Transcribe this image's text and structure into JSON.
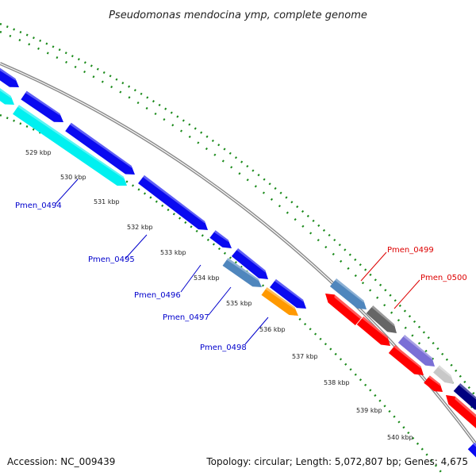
{
  "title": "Pseudomonas mendocina ymp, complete genome",
  "accession": "Accession: NC_009439",
  "summary": "Topology: circular; Length: 5,072,807 bp; Genes: 4,675",
  "ticks": [
    "529 kbp",
    "530 kbp",
    "531 kbp",
    "532 kbp",
    "533 kbp",
    "534 kbp",
    "535 kbp",
    "536 kbp",
    "537 kbp",
    "538 kbp",
    "539 kbp",
    "540 kbp"
  ],
  "callouts": [
    {
      "name": "Pmen_0494",
      "color": "#0000cc"
    },
    {
      "name": "Pmen_0495",
      "color": "#0000cc"
    },
    {
      "name": "Pmen_0496",
      "color": "#0000cc"
    },
    {
      "name": "Pmen_0497",
      "color": "#0000cc"
    },
    {
      "name": "Pmen_0498",
      "color": "#0000cc"
    },
    {
      "name": "Pmen_0499",
      "color": "#dd0000"
    },
    {
      "name": "Pmen_0500",
      "color": "#dd0000"
    }
  ],
  "colors": {
    "backbone": "#8a8a8a",
    "gc_dots": "#1a8a1a",
    "gene_blue": "#0a0af0",
    "gene_cyan": "#00f0f0",
    "gene_steel": "#4f86bd",
    "gene_orange": "#ff9900",
    "gene_red": "#ff0000",
    "gene_gray": "#666666",
    "gene_purple": "#7a6fd6",
    "gene_silver": "#c8c8c8",
    "gene_navy": "#000080"
  }
}
